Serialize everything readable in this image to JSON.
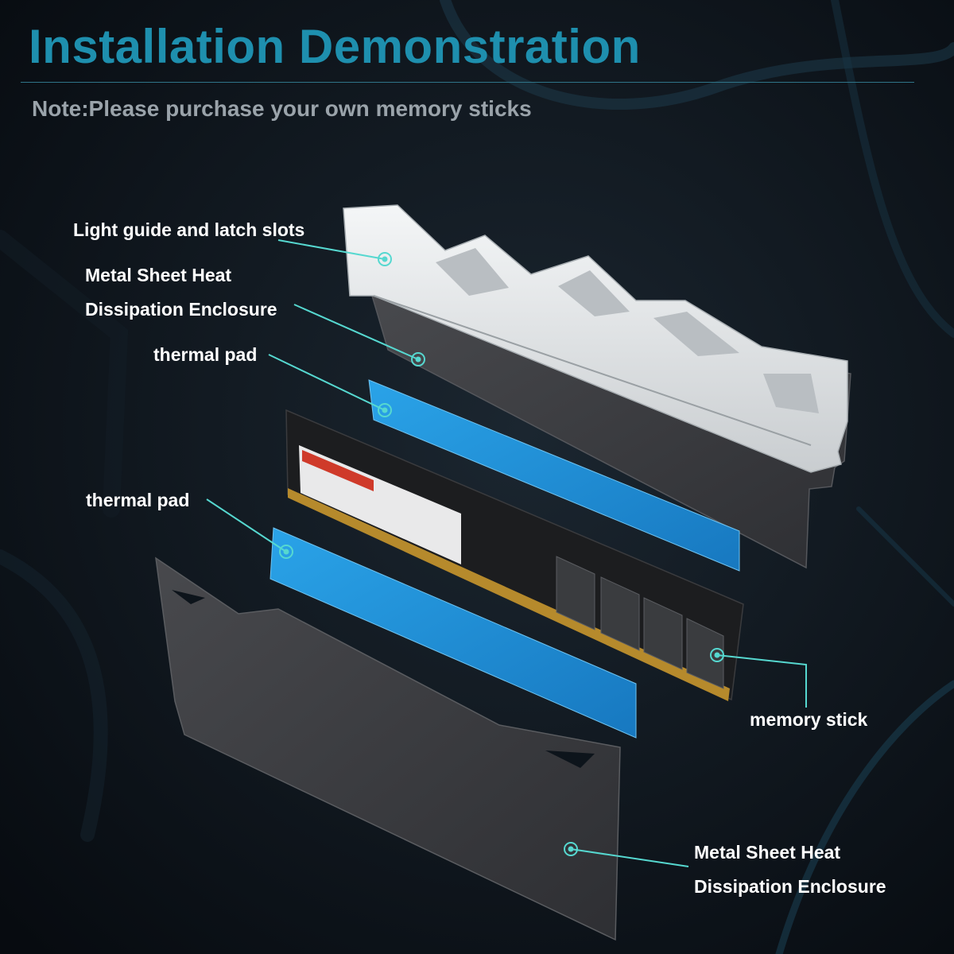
{
  "header": {
    "title": "Installation Demonstration",
    "note": "Note:Please purchase your own memory sticks"
  },
  "callouts": {
    "light_guide": "Light guide and latch slots",
    "back_enclosure_line1": "Metal Sheet Heat",
    "back_enclosure_line2": "Dissipation Enclosure",
    "thermal_pad_back": "thermal pad",
    "thermal_pad_front": "thermal pad",
    "memory_stick": "memory stick",
    "front_enclosure_line1": "Metal Sheet Heat",
    "front_enclosure_line2": "Dissipation Enclosure"
  },
  "colors": {
    "title": "#1e8fae",
    "leader_line": "#56d8d0",
    "thermal_pad": "#1e8fd6",
    "enclosure": "#3c3d41",
    "light_guide": "#e8eaec",
    "pcb": "#1c1d1f",
    "gold_contacts": "#b68a2c"
  }
}
